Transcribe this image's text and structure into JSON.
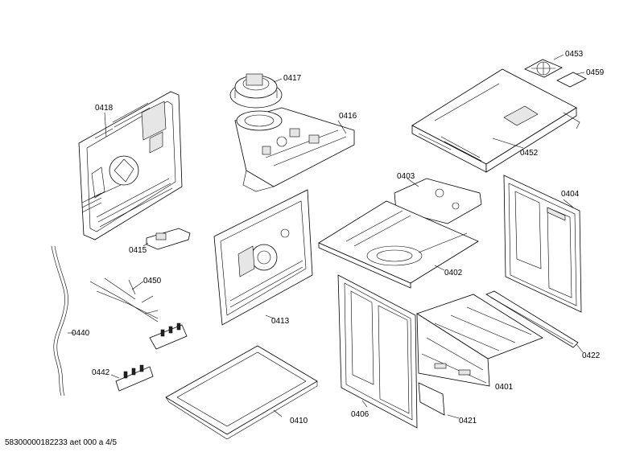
{
  "parts": [
    {
      "id": "p0418",
      "label": "0418"
    },
    {
      "id": "p0417",
      "label": "0417"
    },
    {
      "id": "p0416",
      "label": "0416"
    },
    {
      "id": "p0453",
      "label": "0453"
    },
    {
      "id": "p0459",
      "label": "0459"
    },
    {
      "id": "p0452",
      "label": "0452"
    },
    {
      "id": "p0403",
      "label": "0403"
    },
    {
      "id": "p0404",
      "label": "0404"
    },
    {
      "id": "p0415",
      "label": "0415"
    },
    {
      "id": "p0450",
      "label": "0450"
    },
    {
      "id": "p0402",
      "label": "0402"
    },
    {
      "id": "p0440",
      "label": "0440"
    },
    {
      "id": "p0413",
      "label": "0413"
    },
    {
      "id": "p0422",
      "label": "0422"
    },
    {
      "id": "p0442",
      "label": "0442"
    },
    {
      "id": "p0401",
      "label": "0401"
    },
    {
      "id": "p0410",
      "label": "0410"
    },
    {
      "id": "p0406",
      "label": "0406"
    },
    {
      "id": "p0421",
      "label": "0421"
    }
  ],
  "footer": "58300000182233 aet 000 a 4/5"
}
